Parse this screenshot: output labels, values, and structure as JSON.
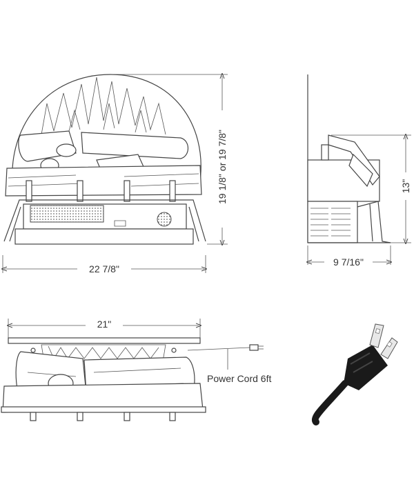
{
  "dimensions": {
    "front_width": "22 7/8\"",
    "front_height": "19 1/8\" or 19 7/8\"",
    "side_depth": "9 7/16\"",
    "side_height": "13\"",
    "top_width": "21\""
  },
  "labels": {
    "power_cord": "Power Cord 6ft"
  },
  "colors": {
    "line": "#444444",
    "text": "#333333",
    "plug": "#1a1a1a"
  },
  "icons": {
    "plug": "power-plug-icon"
  }
}
